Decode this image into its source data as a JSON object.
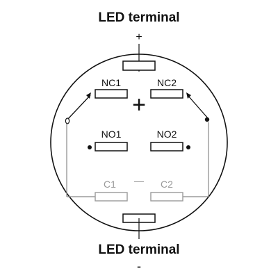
{
  "top_terminal": {
    "label": "LED terminal",
    "polarity": "+"
  },
  "bottom_terminal": {
    "label": "LED terminal",
    "polarity": "-"
  },
  "contacts": {
    "nc1": "NC1",
    "nc2": "NC2",
    "no1": "NO1",
    "no2": "NO2",
    "c1": "C1",
    "c2": "C2"
  },
  "center_plus": "+",
  "center_minus": "—",
  "colors": {
    "ink": "#111111",
    "faded": "#9a9a9a"
  }
}
